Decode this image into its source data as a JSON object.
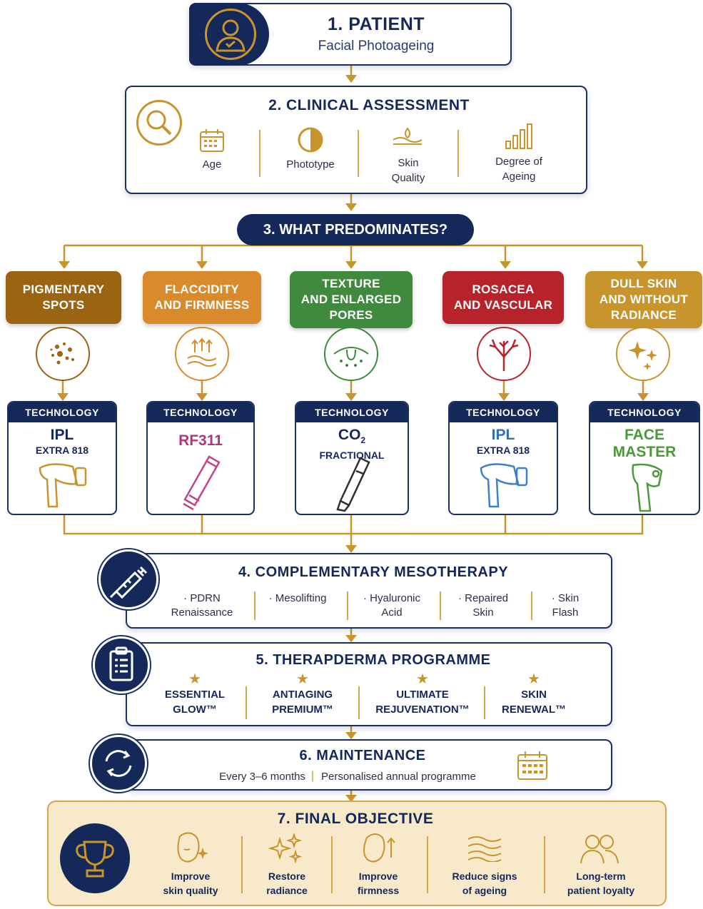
{
  "step1": {
    "title": "1. PATIENT",
    "subtitle": "Facial Photoageing",
    "icon": "patient-icon"
  },
  "step2": {
    "title": "2. CLINICAL ASSESSMENT",
    "icon": "magnifier-icon",
    "items": [
      {
        "label": "Age",
        "icon": "calendar-icon"
      },
      {
        "label": "Phototype",
        "icon": "half-moon-icon"
      },
      {
        "label": "Skin Quality",
        "line1": "Skin",
        "line2": "Quality",
        "icon": "skin-layer-icon"
      },
      {
        "label": "Degree of Ageing",
        "line1": "Degree of",
        "line2": "Ageing",
        "icon": "bars-icon"
      }
    ]
  },
  "step3": {
    "title": "3. WHAT PREDOMINATES?"
  },
  "categories": [
    {
      "line1": "PIGMENTARY",
      "line2": "SPOTS",
      "line3": "",
      "color": "#9a6412",
      "icon": "dots-icon",
      "tech": {
        "head": "TECHNOLOGY",
        "name": "IPL",
        "sub": "EXTRA 818",
        "name_color": "#14285a",
        "device_color": "#c8952c"
      }
    },
    {
      "line1": "FLACCIDITY",
      "line2": "AND FIRMNESS",
      "line3": "",
      "color": "#d98a2a",
      "icon": "lift-arrows-icon",
      "tech": {
        "head": "TECHNOLOGY",
        "name": "RF311",
        "sub": "",
        "name_color": "#b0357a",
        "device_color": "#c2458a"
      }
    },
    {
      "line1": "TEXTURE",
      "line2": "AND ENLARGED",
      "line3": "PORES",
      "color": "#3f8a3c",
      "icon": "pore-icon",
      "tech": {
        "head": "TECHNOLOGY",
        "name": "CO",
        "name_sub": "2",
        "sub": "FRACTIONAL",
        "name_color": "#14285a",
        "device_color": "#2f2f2f"
      }
    },
    {
      "line1": "ROSACEA",
      "line2": "AND VASCULAR",
      "line3": "",
      "color": "#b8222a",
      "icon": "vessel-icon",
      "tech": {
        "head": "TECHNOLOGY",
        "name": "IPL",
        "sub": "EXTRA 818",
        "name_color": "#2f6fc0",
        "device_color": "#3f7fcf"
      }
    },
    {
      "line1": "DULL SKIN",
      "line2": "AND WITHOUT",
      "line3": "RADIANCE",
      "color": "#c8952c",
      "icon": "sparkle-icon",
      "tech": {
        "head": "TECHNOLOGY",
        "name": "FACE",
        "sub": "MASTER",
        "name_color": "#4a9a3a",
        "device_color": "#4a9a3a"
      }
    }
  ],
  "step4": {
    "title": "4. COMPLEMENTARY MESOTHERAPY",
    "icon": "syringe-icon",
    "items": [
      {
        "line1": "· PDRN",
        "line2": "Renaissance"
      },
      {
        "line1": "· Mesolifting",
        "line2": ""
      },
      {
        "line1": "· Hyaluronic",
        "line2": "Acid"
      },
      {
        "line1": "· Repaired",
        "line2": "Skin"
      },
      {
        "line1": "· Skin",
        "line2": "Flash"
      }
    ]
  },
  "step5": {
    "title": "5. THERAPDERMA PROGRAMME",
    "icon": "clipboard-icon",
    "items": [
      {
        "line1": "ESSENTIAL",
        "line2": "GLOW™"
      },
      {
        "line1": "ANTIAGING",
        "line2": "PREMIUM™"
      },
      {
        "line1": "ULTIMATE",
        "line2": "REJUVENATION™"
      },
      {
        "line1": "SKIN",
        "line2": "RENEWAL™"
      }
    ]
  },
  "step6": {
    "title": "6. MAINTENANCE",
    "icon": "refresh-icon",
    "left": "Every 3–6 months",
    "separator": "|",
    "right": "Personalised annual programme"
  },
  "step7": {
    "title": "7. FINAL OBJECTIVE",
    "icon": "trophy-icon",
    "items": [
      {
        "line1": "Improve",
        "line2": "skin quality",
        "icon": "face-sparkle-icon"
      },
      {
        "line1": "Restore",
        "line2": "radiance",
        "icon": "sparkles-icon"
      },
      {
        "line1": "Improve",
        "line2": "firmness",
        "icon": "face-lift-icon"
      },
      {
        "line1": "Reduce signs",
        "line2": "of ageing",
        "icon": "waves-icon"
      },
      {
        "line1": "Long-term",
        "line2": "patient loyalty",
        "icon": "people-icon"
      }
    ]
  },
  "colors": {
    "navy": "#14285a",
    "gold": "#c8952c",
    "cream": "#f7e9c9"
  }
}
